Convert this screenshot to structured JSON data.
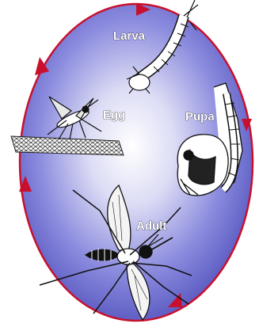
{
  "diagram": {
    "stages": {
      "larva": "Larva",
      "pupa": "Pupa",
      "egg": "Egg",
      "adult": "Adult"
    }
  },
  "colors": {
    "background": "#ffffff",
    "circle_center": "#ffffff",
    "circle_edge": "#4a4ab8",
    "cycle_arrows": "#c8102e",
    "label_text": "#ffffff"
  },
  "icons": [
    "larva-illustration",
    "pupa-illustration",
    "egg-raft-illustration",
    "adult-mosquito-illustration",
    "cycle-arrow-icon"
  ]
}
